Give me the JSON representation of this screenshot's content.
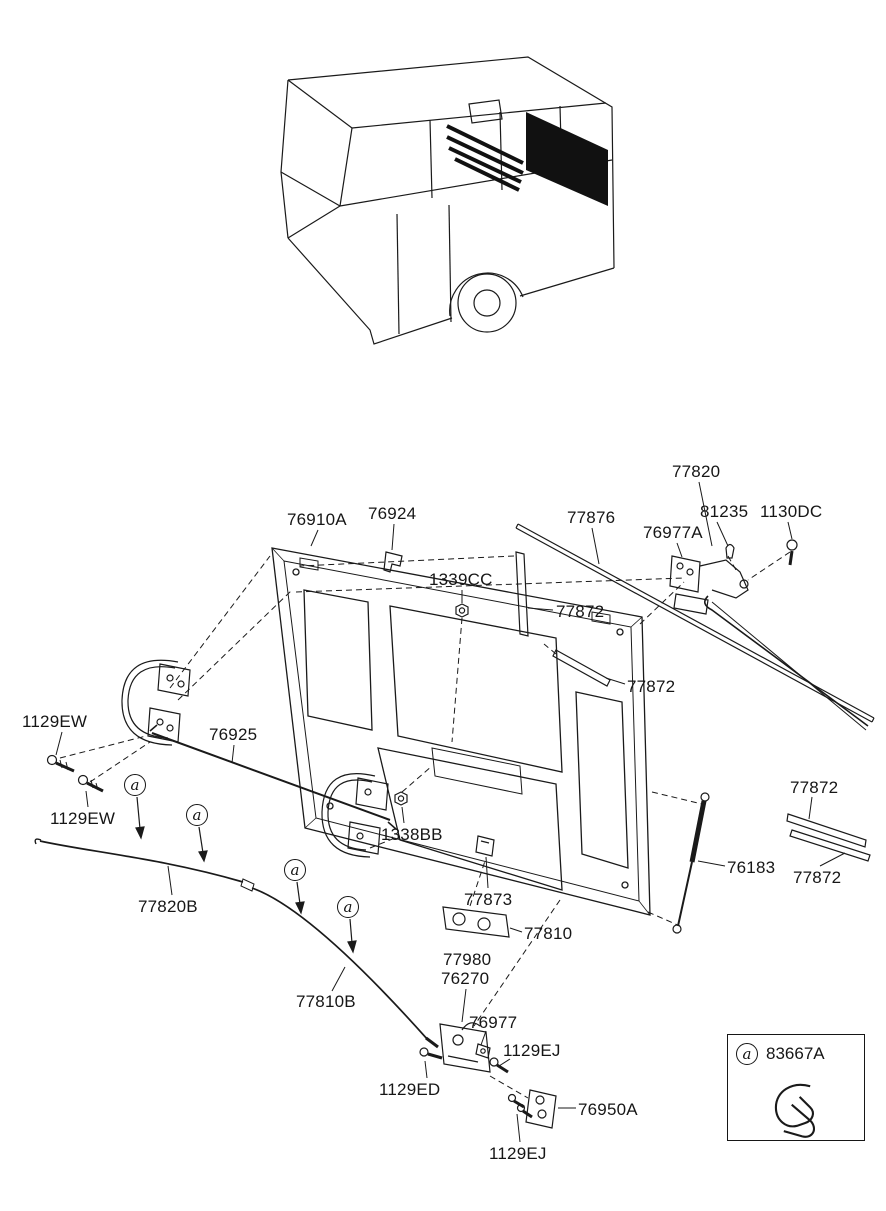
{
  "colors": {
    "line": "#1a1a1a",
    "background": "#ffffff",
    "fill_highlight": "#111111"
  },
  "callout": {
    "letter": "a"
  },
  "legend": {
    "letter": "a",
    "part": "83667A"
  },
  "labels": [
    {
      "text": "76910A"
    },
    {
      "text": "76924"
    },
    {
      "text": "77820"
    },
    {
      "text": "77876"
    },
    {
      "text": "76977A"
    },
    {
      "text": "81235"
    },
    {
      "text": "1130DC"
    },
    {
      "text": "1339CC"
    },
    {
      "text": "77872"
    },
    {
      "text": "77872"
    },
    {
      "text": "1129EW"
    },
    {
      "text": "76925"
    },
    {
      "text": "1129EW"
    },
    {
      "text": "77820B"
    },
    {
      "text": "1338BB"
    },
    {
      "text": "77873"
    },
    {
      "text": "77810"
    },
    {
      "text": "77980"
    },
    {
      "text": "76270"
    },
    {
      "text": "77810B"
    },
    {
      "text": "76977"
    },
    {
      "text": "1129EJ"
    },
    {
      "text": "1129ED"
    },
    {
      "text": "76950A"
    },
    {
      "text": "1129EJ"
    },
    {
      "text": "76183"
    },
    {
      "text": "77872"
    },
    {
      "text": "77872"
    }
  ]
}
